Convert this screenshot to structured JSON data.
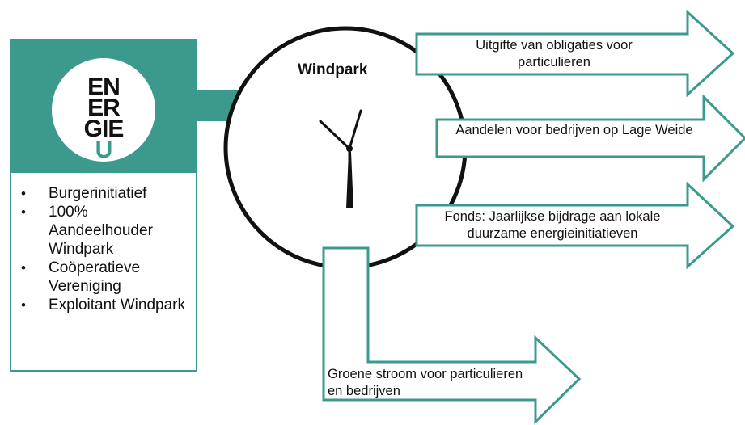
{
  "logo": {
    "lines": [
      "EN",
      "ER",
      "GIE",
      "U"
    ]
  },
  "cooperative": {
    "bullets": [
      "Burgerinitiatief",
      "100% Aandeelhouder Windpark",
      "Coöperatieve Vereniging",
      "Exploitant Windpark"
    ]
  },
  "windpark": {
    "title": "Windpark"
  },
  "outputs": {
    "bonds": "Uitgifte van obligaties voor particulieren",
    "shares": "Aandelen voor bedrijven op Lage Weide",
    "fund": "Fonds: Jaarlijkse bijdrage aan lokale duurzame energieinitiatieven",
    "green_power": "Groene stroom voor particulieren en bedrijven"
  },
  "colors": {
    "accent": "#3b9a8c",
    "outline": "#111111"
  }
}
